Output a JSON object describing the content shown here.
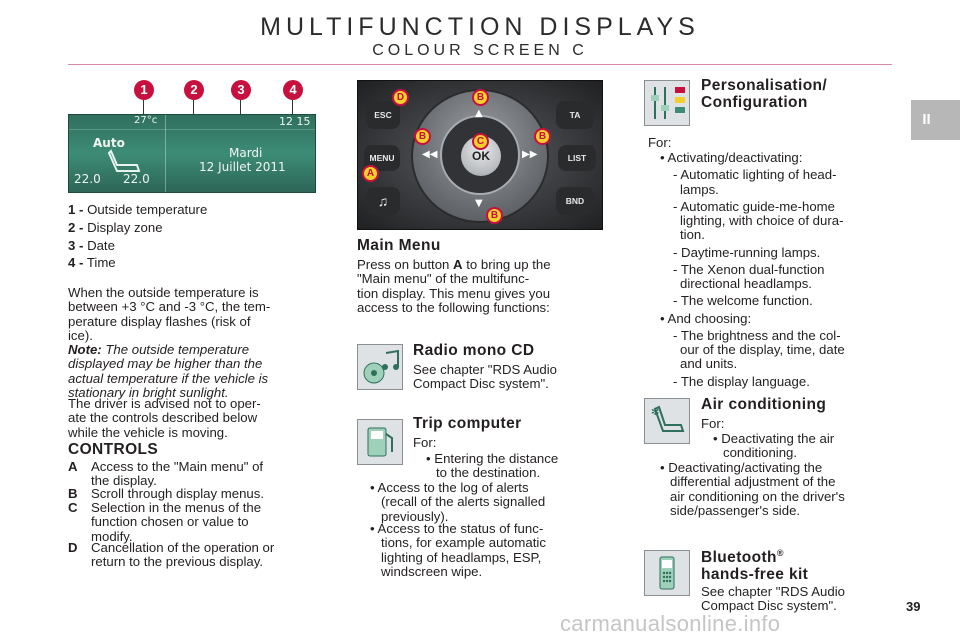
{
  "header": {
    "title": "MULTIFUNCTION DISPLAYS",
    "subtitle": "COLOUR SCREEN C"
  },
  "tab": "II",
  "page_number": "39",
  "watermark": "carmanualsonline.info",
  "screen_callouts": [
    "1",
    "2",
    "3",
    "4"
  ],
  "screen": {
    "mode": "Auto",
    "outside_temp": "27°c",
    "left_temp": "22.0",
    "right_temp": "22.0",
    "day": "Mardi",
    "date": "12 Juillet 2011",
    "time": "12 15"
  },
  "legend": [
    {
      "num": "1 -",
      "label": "Outside temperature"
    },
    {
      "num": "2 -",
      "label": "Display zone"
    },
    {
      "num": "3 -",
      "label": "Date"
    },
    {
      "num": "4 -",
      "label": "Time"
    }
  ],
  "left_text": {
    "para1": [
      "When the outside temperature is",
      "between +3 °C and -3 °C, the tem-",
      "perature display flashes (risk of",
      "ice)."
    ],
    "note_label": "Note:",
    "note": [
      "The outside temperature",
      "displayed may be higher than the",
      "actual temperature if the vehicle is",
      "stationary in bright sunlight."
    ],
    "para2": [
      "The driver is advised not to oper-",
      "ate the controls described below",
      "while the vehicle is moving."
    ]
  },
  "controls": {
    "heading": "CONTROLS",
    "items": [
      {
        "letter": "A",
        "lines": [
          "Access to the \"Main menu\" of",
          "the display."
        ]
      },
      {
        "letter": "B",
        "lines": [
          "Scroll through display menus."
        ]
      },
      {
        "letter": "C",
        "lines": [
          "Selection in the menus of the",
          "function chosen or value to",
          "modify."
        ]
      },
      {
        "letter": "D",
        "lines": [
          "Cancellation of the operation or",
          "return to the previous display."
        ]
      }
    ]
  },
  "panel": {
    "buttons": {
      "esc": "ESC",
      "menu": "MENU",
      "ta": "TA",
      "list": "LIST",
      "bnd": "BND",
      "ok": "OK"
    },
    "tags": {
      "d": "D",
      "b": "B",
      "c": "C",
      "a": "A"
    }
  },
  "main_menu": {
    "heading": "Main Menu",
    "lines": [
      "Press on button",
      "A",
      "to bring up the",
      "\"Main menu\" of the multifunc-",
      "tion display. This menu gives you",
      "access to the following functions:"
    ]
  },
  "radio": {
    "heading": "Radio mono CD",
    "lines": [
      "See chapter \"RDS Audio",
      "Compact Disc system\"."
    ]
  },
  "trip": {
    "heading": "Trip computer",
    "for": "For:",
    "sub": [
      "• Entering the distance",
      "to the destination."
    ],
    "bullets": [
      [
        "• Access to the log of alerts",
        "(recall of the alerts signalled",
        "previously)."
      ],
      [
        "• Access to the status of func-",
        "tions, for example automatic",
        "lighting of headlamps, ESP,",
        "windscreen wipe."
      ]
    ]
  },
  "personalisation": {
    "heading": [
      "Personalisation/",
      "Configuration"
    ],
    "for": "For:",
    "lines": [
      "• Activating/deactivating:",
      "- Automatic lighting of head-",
      "lamps.",
      "- Automatic guide-me-home",
      "lighting, with choice of dura-",
      "tion.",
      "- Daytime-running lamps.",
      "- The Xenon dual-function",
      "directional headlamps.",
      "- The welcome function.",
      "• And choosing:",
      "- The brightness and the col-",
      "our of the display, time, date",
      "and units.",
      "- The display language."
    ]
  },
  "air": {
    "heading": "Air conditioning",
    "for": "For:",
    "sub": [
      "• Deactivating the air",
      "conditioning."
    ],
    "bullet": [
      "• Deactivating/activating the",
      "differential adjustment of the",
      "air conditioning on the driver's",
      "side/passenger's side."
    ]
  },
  "bluetooth": {
    "heading": [
      "Bluetooth",
      "hands-free kit"
    ],
    "reg": "®",
    "lines": [
      "See chapter \"RDS Audio",
      "Compact Disc system\"."
    ]
  },
  "colors": {
    "accent": "#c8103e",
    "screen": "#3d8c76",
    "tab": "#b7b7b7"
  },
  "icons": [
    "sliders-icon",
    "music-disc-icon",
    "fuel-pump-icon",
    "seat-fan-icon",
    "phone-icon"
  ]
}
